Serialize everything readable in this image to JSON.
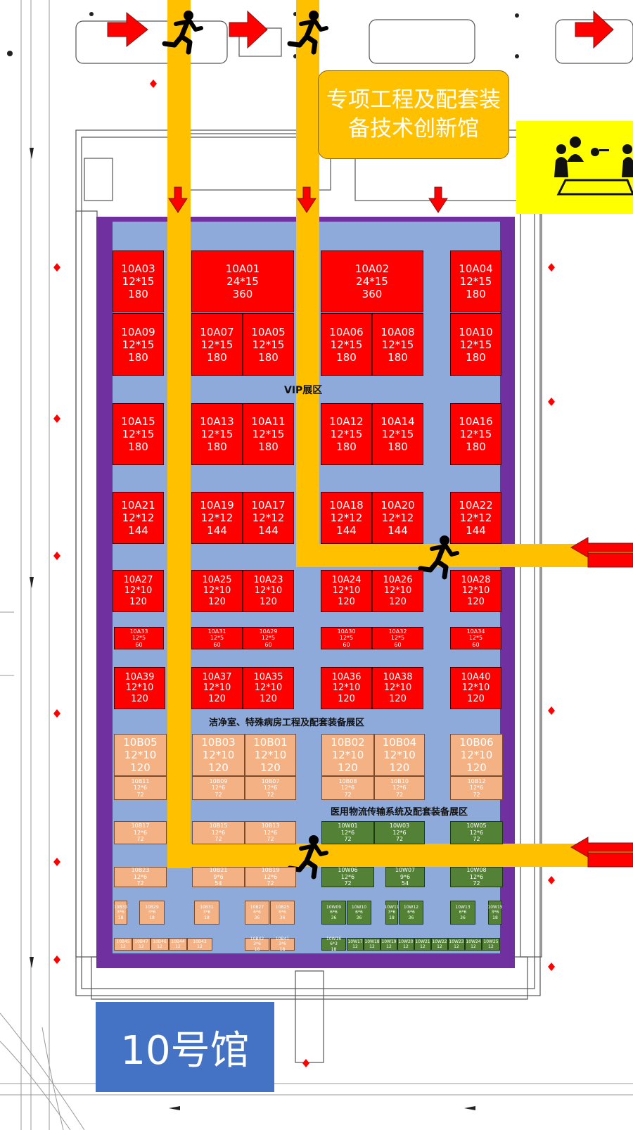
{
  "hall_label": "10号馆",
  "callout": "专项工程及配套装备技术创新馆",
  "zones": {
    "vip": "VIP展区",
    "cleanroom": "洁净室、特殊病房工程及配套装备展区",
    "logistics": "医用物流传输系统及配套装备展区"
  },
  "colors": {
    "hall_floor": "#8eaadb",
    "hall_border": "#7030a0",
    "aisle_path": "#ffc000",
    "booth_red": "#ff0000",
    "booth_peach": "#f4b183",
    "booth_green": "#538135",
    "arrow_red": "#ff0000",
    "hall_label_bg": "#4472c4",
    "meeting_bg": "#ffff00"
  },
  "icons": [
    "running-person-icon",
    "meeting-room-icon",
    "red-arrow-icon"
  ],
  "booths": [
    {
      "id": "10A03",
      "size": "12*15",
      "area": "180",
      "type": "red"
    },
    {
      "id": "10A01",
      "size": "24*15",
      "area": "360",
      "type": "red"
    },
    {
      "id": "10A02",
      "size": "24*15",
      "area": "360",
      "type": "red"
    },
    {
      "id": "10A04",
      "size": "12*15",
      "area": "180",
      "type": "red"
    },
    {
      "id": "10A09",
      "size": "12*15",
      "area": "180",
      "type": "red"
    },
    {
      "id": "10A07",
      "size": "12*15",
      "area": "180",
      "type": "red"
    },
    {
      "id": "10A05",
      "size": "12*15",
      "area": "180",
      "type": "red"
    },
    {
      "id": "10A06",
      "size": "12*15",
      "area": "180",
      "type": "red"
    },
    {
      "id": "10A08",
      "size": "12*15",
      "area": "180",
      "type": "red"
    },
    {
      "id": "10A10",
      "size": "12*15",
      "area": "180",
      "type": "red"
    },
    {
      "id": "10A15",
      "size": "12*15",
      "area": "180",
      "type": "red"
    },
    {
      "id": "10A13",
      "size": "12*15",
      "area": "180",
      "type": "red"
    },
    {
      "id": "10A11",
      "size": "12*15",
      "area": "180",
      "type": "red"
    },
    {
      "id": "10A12",
      "size": "12*15",
      "area": "180",
      "type": "red"
    },
    {
      "id": "10A14",
      "size": "12*15",
      "area": "180",
      "type": "red"
    },
    {
      "id": "10A16",
      "size": "12*15",
      "area": "180",
      "type": "red"
    },
    {
      "id": "10A21",
      "size": "12*12",
      "area": "144",
      "type": "red"
    },
    {
      "id": "10A19",
      "size": "12*12",
      "area": "144",
      "type": "red"
    },
    {
      "id": "10A17",
      "size": "12*12",
      "area": "144",
      "type": "red"
    },
    {
      "id": "10A18",
      "size": "12*12",
      "area": "144",
      "type": "red"
    },
    {
      "id": "10A20",
      "size": "12*12",
      "area": "144",
      "type": "red"
    },
    {
      "id": "10A22",
      "size": "12*12",
      "area": "144",
      "type": "red"
    },
    {
      "id": "10A27",
      "size": "12*10",
      "area": "120",
      "type": "red"
    },
    {
      "id": "10A25",
      "size": "12*10",
      "area": "120",
      "type": "red"
    },
    {
      "id": "10A23",
      "size": "12*10",
      "area": "120",
      "type": "red"
    },
    {
      "id": "10A24",
      "size": "12*10",
      "area": "120",
      "type": "red"
    },
    {
      "id": "10A26",
      "size": "12*10",
      "area": "120",
      "type": "red"
    },
    {
      "id": "10A28",
      "size": "12*10",
      "area": "120",
      "type": "red"
    },
    {
      "id": "10A33",
      "size": "12*5",
      "area": "60",
      "type": "red"
    },
    {
      "id": "10A31",
      "size": "12*5",
      "area": "60",
      "type": "red"
    },
    {
      "id": "10A29",
      "size": "12*5",
      "area": "60",
      "type": "red"
    },
    {
      "id": "10A30",
      "size": "12*5",
      "area": "60",
      "type": "red"
    },
    {
      "id": "10A32",
      "size": "12*5",
      "area": "60",
      "type": "red"
    },
    {
      "id": "10A34",
      "size": "12*5",
      "area": "60",
      "type": "red"
    },
    {
      "id": "10A39",
      "size": "12*10",
      "area": "120",
      "type": "red"
    },
    {
      "id": "10A37",
      "size": "12*10",
      "area": "120",
      "type": "red"
    },
    {
      "id": "10A35",
      "size": "12*10",
      "area": "120",
      "type": "red"
    },
    {
      "id": "10A36",
      "size": "12*10",
      "area": "120",
      "type": "red"
    },
    {
      "id": "10A38",
      "size": "12*10",
      "area": "120",
      "type": "red"
    },
    {
      "id": "10A40",
      "size": "12*10",
      "area": "120",
      "type": "red"
    },
    {
      "id": "10B05",
      "size": "12*10",
      "area": "120",
      "type": "peach"
    },
    {
      "id": "10B03",
      "size": "12*10",
      "area": "120",
      "type": "peach"
    },
    {
      "id": "10B01",
      "size": "12*10",
      "area": "120",
      "type": "peach"
    },
    {
      "id": "10B02",
      "size": "12*10",
      "area": "120",
      "type": "peach"
    },
    {
      "id": "10B04",
      "size": "12*10",
      "area": "120",
      "type": "peach"
    },
    {
      "id": "10B06",
      "size": "12*10",
      "area": "120",
      "type": "peach"
    },
    {
      "id": "10B11",
      "size": "12*6",
      "area": "72",
      "type": "peach"
    },
    {
      "id": "10B09",
      "size": "12*6",
      "area": "72",
      "type": "peach"
    },
    {
      "id": "10B07",
      "size": "12*6",
      "area": "72",
      "type": "peach"
    },
    {
      "id": "10B08",
      "size": "12*6",
      "area": "72",
      "type": "peach"
    },
    {
      "id": "10B10",
      "size": "12*6",
      "area": "72",
      "type": "peach"
    },
    {
      "id": "10B12",
      "size": "12*6",
      "area": "72",
      "type": "peach"
    },
    {
      "id": "10B17",
      "size": "12*6",
      "area": "72",
      "type": "peach"
    },
    {
      "id": "10B15",
      "size": "12*6",
      "area": "72",
      "type": "peach"
    },
    {
      "id": "10B13",
      "size": "12*6",
      "area": "72",
      "type": "peach"
    },
    {
      "id": "10W01",
      "size": "12*6",
      "area": "72",
      "type": "green"
    },
    {
      "id": "10W03",
      "size": "12*6",
      "area": "72",
      "type": "green"
    },
    {
      "id": "10W05",
      "size": "12*6",
      "area": "72",
      "type": "green"
    },
    {
      "id": "10B23",
      "size": "12*6",
      "area": "72",
      "type": "peach"
    },
    {
      "id": "10B21",
      "size": "9*6",
      "area": "54",
      "type": "peach"
    },
    {
      "id": "10B19",
      "size": "12*6",
      "area": "72",
      "type": "peach"
    },
    {
      "id": "10W06",
      "size": "12*6",
      "area": "72",
      "type": "green"
    },
    {
      "id": "10W07",
      "size": "9*6",
      "area": "54",
      "type": "green"
    },
    {
      "id": "10W08",
      "size": "12*6",
      "area": "72",
      "type": "green"
    },
    {
      "id": "10B33",
      "size": "3*6",
      "area": "18",
      "type": "peach"
    },
    {
      "id": "10B29",
      "size": "3*6",
      "area": "18",
      "type": "peach"
    },
    {
      "id": "10B31",
      "size": "3*6",
      "area": "18",
      "type": "peach"
    },
    {
      "id": "10B27",
      "size": "6*6",
      "area": "36",
      "type": "peach"
    },
    {
      "id": "10B25",
      "size": "6*6",
      "area": "36",
      "type": "peach"
    },
    {
      "id": "10W09",
      "size": "6*6",
      "area": "36",
      "type": "green"
    },
    {
      "id": "10W10",
      "size": "6*6",
      "area": "36",
      "type": "green"
    },
    {
      "id": "10W11",
      "size": "3*6",
      "area": "18",
      "type": "green"
    },
    {
      "id": "10W12",
      "size": "6*6",
      "area": "36",
      "type": "green"
    },
    {
      "id": "10W13",
      "size": "6*6",
      "area": "36",
      "type": "green"
    },
    {
      "id": "10W15",
      "size": "3*6",
      "area": "18",
      "type": "green"
    },
    {
      "id": "10B45",
      "size": "",
      "area": "12",
      "type": "peach"
    },
    {
      "id": "10B47",
      "size": "",
      "area": "12",
      "type": "peach"
    },
    {
      "id": "10B46",
      "size": "",
      "area": "12",
      "type": "peach"
    },
    {
      "id": "10B44",
      "size": "",
      "area": "12",
      "type": "peach"
    },
    {
      "id": "10B43",
      "size": "",
      "area": "12",
      "type": "peach"
    },
    {
      "id": "10B42",
      "size": "3*6",
      "area": "18",
      "type": "peach"
    },
    {
      "id": "10B41",
      "size": "3*6",
      "area": "18",
      "type": "peach"
    },
    {
      "id": "10W16",
      "size": "6*3",
      "area": "18",
      "type": "green"
    },
    {
      "id": "10W17",
      "size": "",
      "area": "12",
      "type": "green"
    },
    {
      "id": "10W18",
      "size": "",
      "area": "12",
      "type": "green"
    },
    {
      "id": "10W19",
      "size": "",
      "area": "12",
      "type": "green"
    },
    {
      "id": "10W20",
      "size": "",
      "area": "12",
      "type": "green"
    },
    {
      "id": "10W21",
      "size": "",
      "area": "12",
      "type": "green"
    },
    {
      "id": "10W22",
      "size": "",
      "area": "12",
      "type": "green"
    },
    {
      "id": "10W23",
      "size": "",
      "area": "12",
      "type": "green"
    },
    {
      "id": "10W24",
      "size": "",
      "area": "12",
      "type": "green"
    },
    {
      "id": "10W25",
      "size": "",
      "area": "12",
      "type": "green"
    }
  ]
}
